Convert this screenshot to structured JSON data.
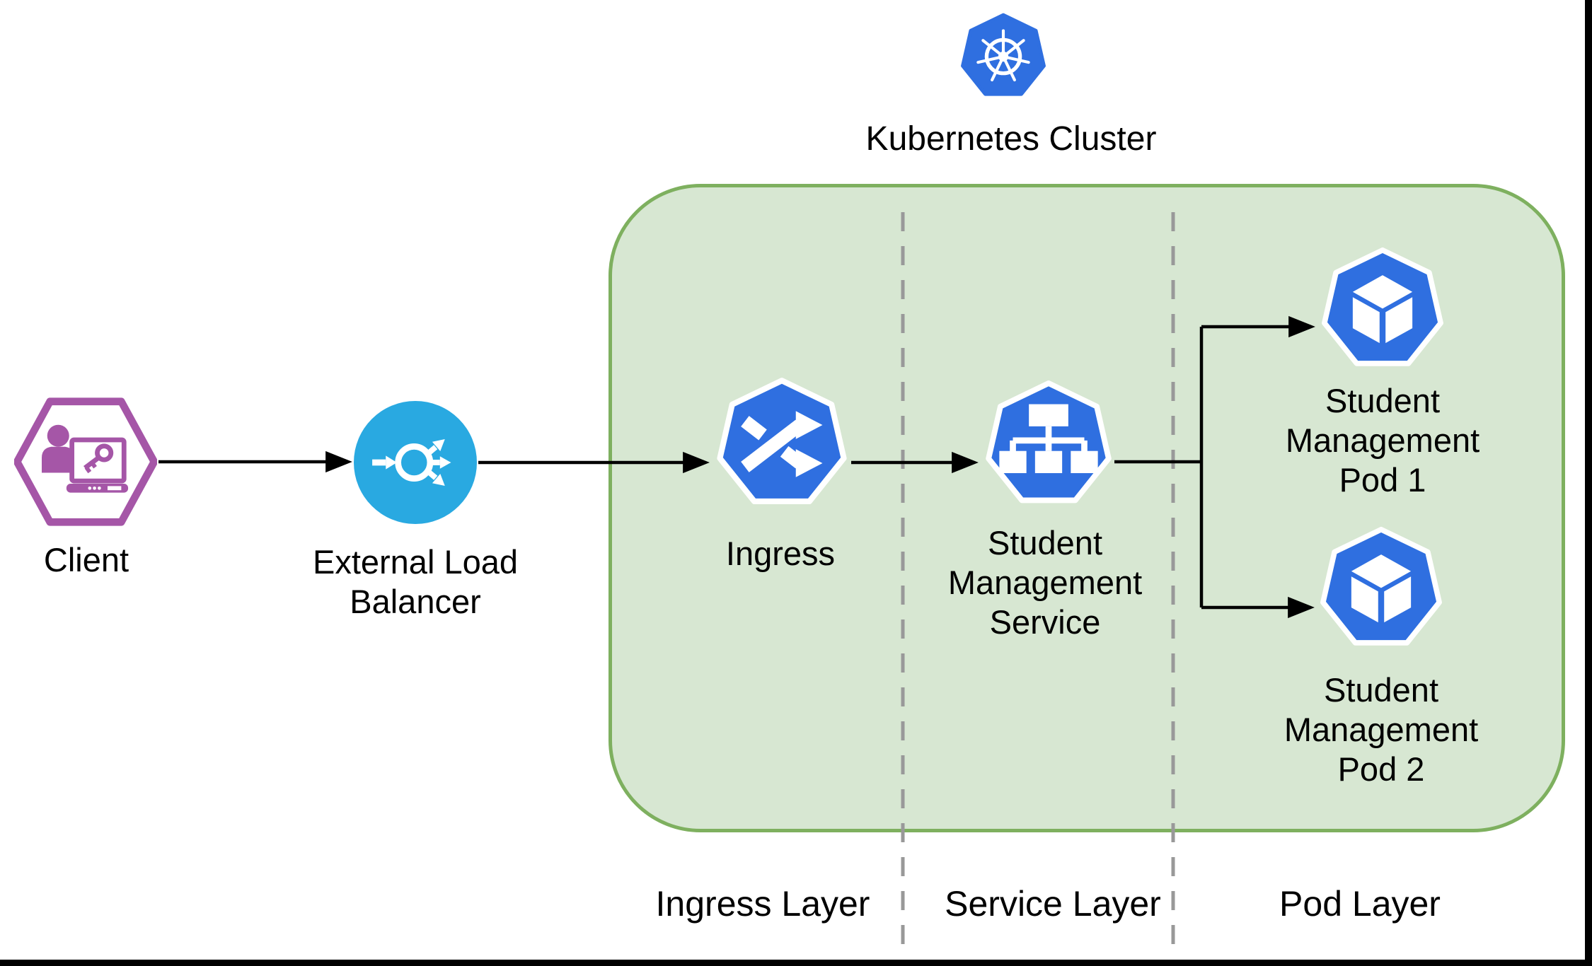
{
  "cluster": {
    "title": "Kubernetes Cluster",
    "logo_icon": "kubernetes-wheel-logo"
  },
  "nodes": {
    "client": {
      "label": "Client",
      "icon": "user-laptop-key-hexagon"
    },
    "load_balancer": {
      "lines": [
        "External Load",
        "Balancer"
      ],
      "icon": "load-balancer-circle"
    },
    "ingress": {
      "label": "Ingress",
      "icon": "k8s-ingress-heptagon"
    },
    "service": {
      "lines": [
        "Student",
        "Management",
        "Service"
      ],
      "icon": "k8s-service-heptagon"
    },
    "pod1": {
      "lines": [
        "Student",
        "Management",
        "Pod 1"
      ],
      "icon": "k8s-pod-cube-heptagon"
    },
    "pod2": {
      "lines": [
        "Student",
        "Management",
        "Pod 2"
      ],
      "icon": "k8s-pod-cube-heptagon"
    }
  },
  "layers": [
    {
      "label": "Ingress Layer"
    },
    {
      "label": "Service Layer"
    },
    {
      "label": "Pod Layer"
    }
  ],
  "colors": {
    "k8s_blue": "#2F6FE0",
    "elb_cyan": "#29A9E1",
    "client_purple": "#A556A7",
    "cluster_fill": "#D7E7D2",
    "cluster_stroke": "#7EB05F",
    "connector_black": "#000000",
    "dashed_gray": "#999999",
    "icon_white": "#FFFFFF",
    "background": "#FFFFFF",
    "frame_black": "#000000"
  }
}
